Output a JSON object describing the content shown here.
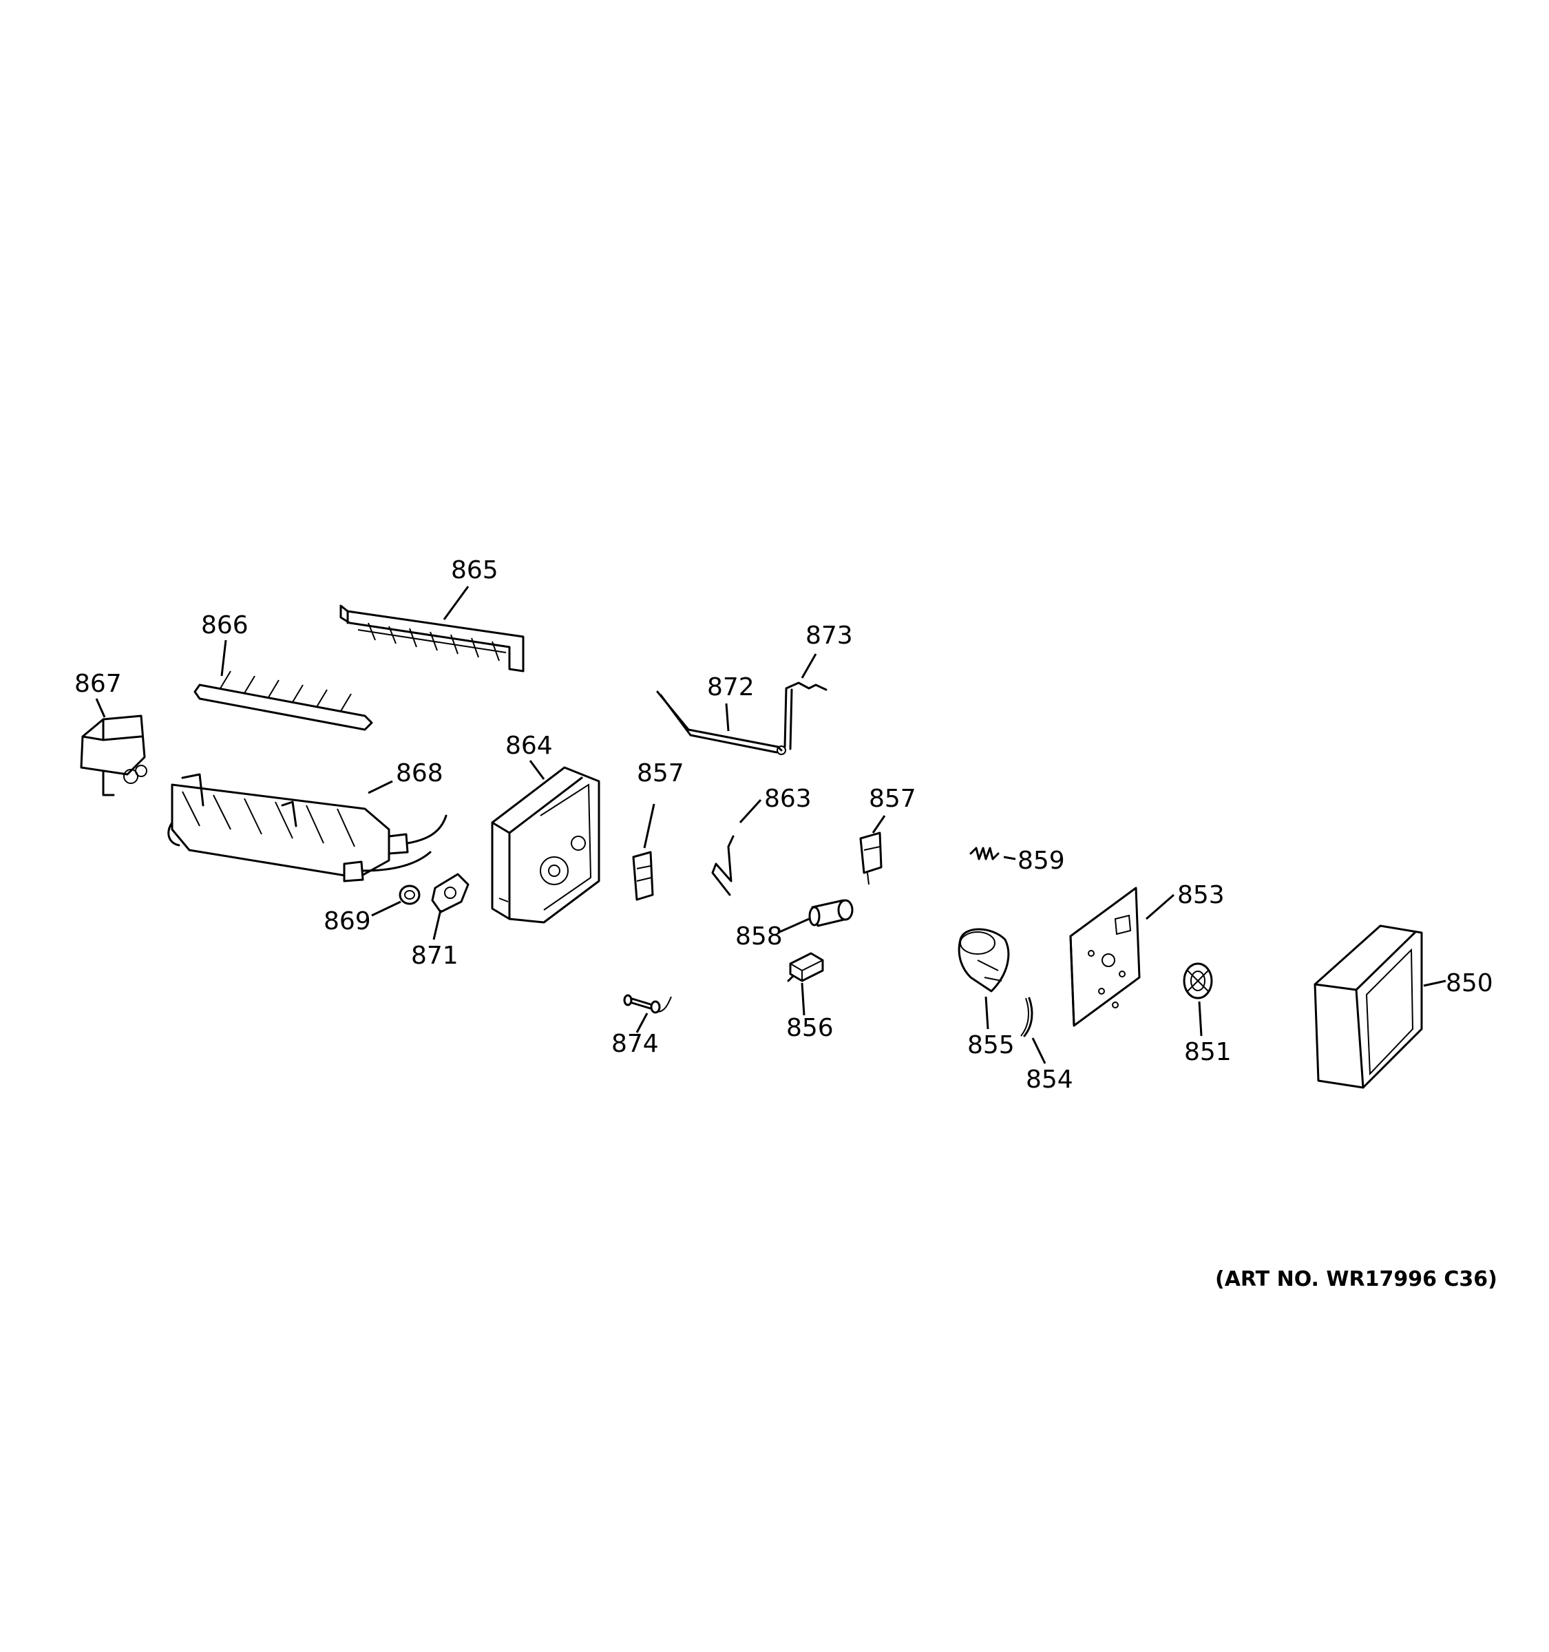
{
  "diagram": {
    "callouts": {
      "p865": "865",
      "p866": "866",
      "p867": "867",
      "p868": "868",
      "p869": "869",
      "p871": "871",
      "p864": "864",
      "p872": "872",
      "p873": "873",
      "p857a": "857",
      "p863": "863",
      "p857b": "857",
      "p859": "859",
      "p853": "853",
      "p858": "858",
      "p856": "856",
      "p874": "874",
      "p855": "855",
      "p854": "854",
      "p851": "851",
      "p850": "850"
    },
    "art_number": "(ART NO. WR17996 C36)"
  }
}
